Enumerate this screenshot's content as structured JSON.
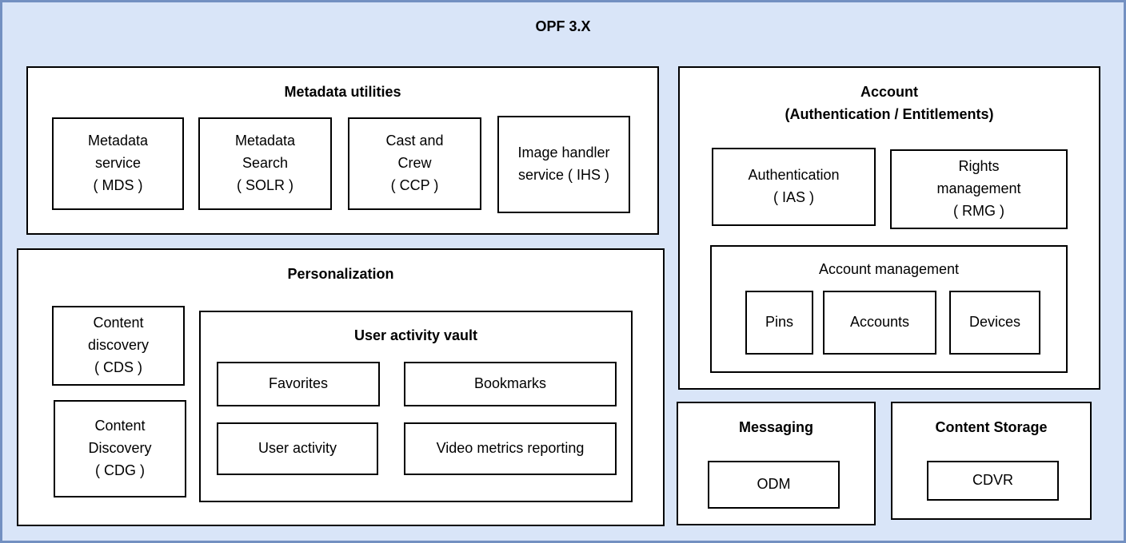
{
  "title": "OPF 3.X",
  "colors": {
    "canvas_background": "#d9e5f8",
    "canvas_border": "#7390c1",
    "box_background": "#ffffff",
    "box_border": "#000000",
    "text": "#000000"
  },
  "metadata_utilities": {
    "title": "Metadata utilities",
    "boxes": [
      "Metadata\nservice\n( MDS )",
      "Metadata\nSearch\n( SOLR )",
      "Cast and\nCrew\n( CCP )",
      "Image handler\nservice ( IHS )"
    ]
  },
  "account": {
    "title": "Account\n(Authentication / Entitlements)",
    "boxes": [
      "Authentication\n( IAS )",
      "Rights\nmanagement\n( RMG )"
    ],
    "management": {
      "title": "Account management",
      "boxes": [
        "Pins",
        "Accounts",
        "Devices"
      ]
    }
  },
  "personalization": {
    "title": "Personalization",
    "boxes": [
      "Content\ndiscovery\n( CDS )",
      "Content\nDiscovery\n( CDG )"
    ],
    "vault": {
      "title": "User activity vault",
      "boxes": [
        "Favorites",
        "Bookmarks",
        "User activity",
        "Video metrics reporting"
      ]
    }
  },
  "messaging": {
    "title": "Messaging",
    "boxes": [
      "ODM"
    ]
  },
  "content_storage": {
    "title": "Content Storage",
    "boxes": [
      "CDVR"
    ]
  }
}
